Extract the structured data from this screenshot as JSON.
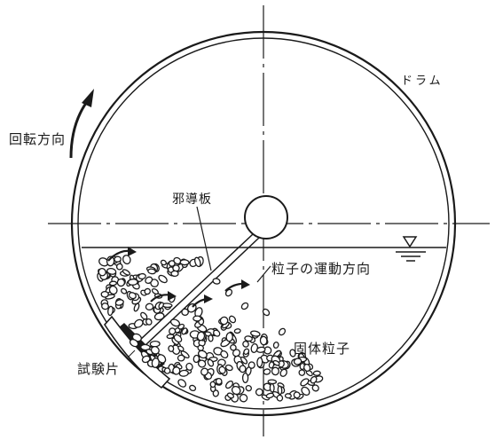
{
  "labels": {
    "drum": "ドラム",
    "rotation_direction": "回転方向",
    "guide_plate": "邪導板",
    "particle_motion_direction": "粒子の運動方向",
    "solid_particles": "固体粒子",
    "test_piece": "試験片"
  },
  "colors": {
    "ink": "#1a1a1a",
    "background": "#ffffff"
  }
}
